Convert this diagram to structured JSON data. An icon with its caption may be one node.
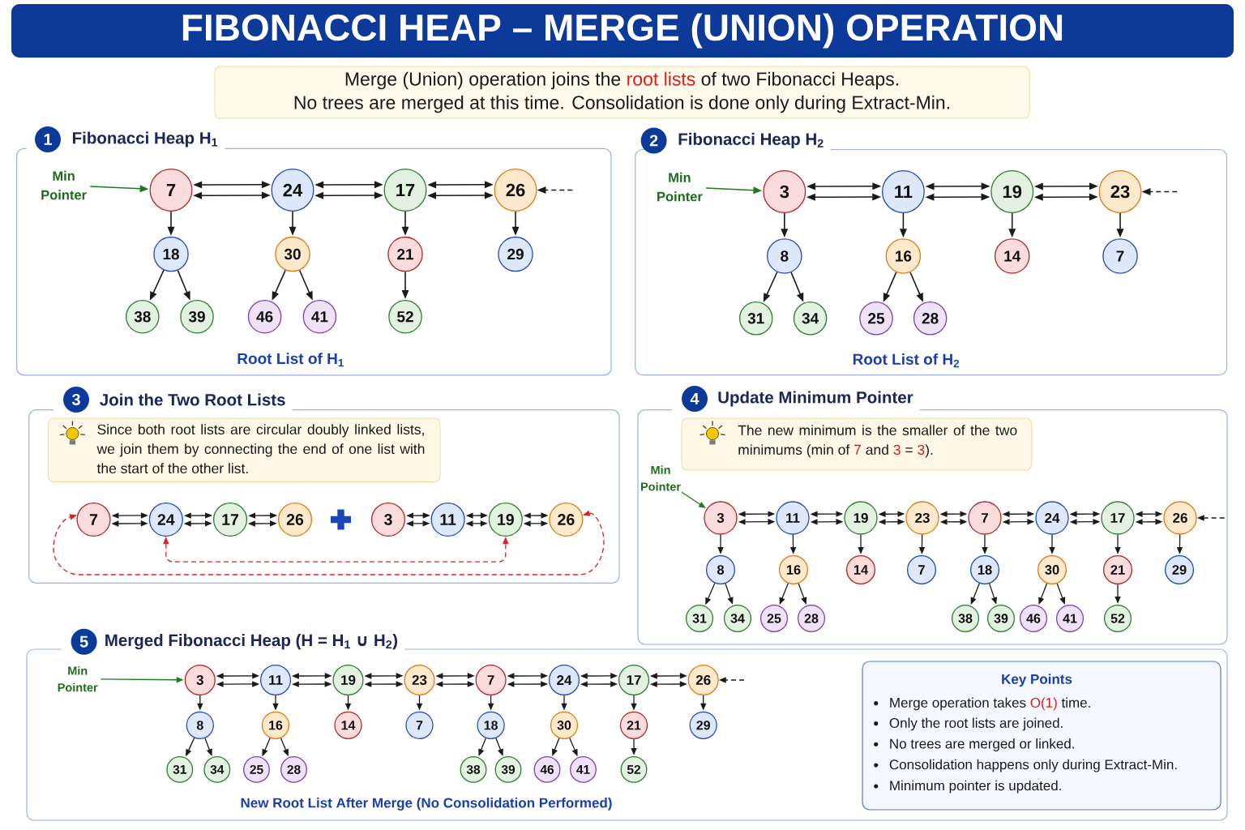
{
  "diagram": {
    "title": "FIBONACCI HEAP – MERGE (UNION) OPERATION",
    "nodes": [
      {
        "text": [
          "Merge (Union) operation joins the root lists of two Fibonacci Heaps.",
          "No trees are merged at this time. Consolidation is done only during Extract-Min."
        ]
      },
      {
        "text": [
          "1"
        ]
      },
      {
        "text": [
          "Fibonacci Heap H$_{1}$",
          "Root List of H$_{1}$"
        ]
      },
      {
        "text": [
          "Min Pointer"
        ],
        "in": 2
      },
      {
        "text": [
          "7"
        ],
        "in": 2
      },
      {
        "text": [
          "24"
        ],
        "in": 2
      },
      {
        "text": [
          "17"
        ],
        "in": 2
      },
      {
        "text": [
          "26"
        ],
        "in": 2
      },
      {
        "text": [
          "18"
        ],
        "in": 2
      },
      {
        "text": [
          "30"
        ],
        "in": 2
      },
      {
        "text": [
          "21"
        ],
        "in": 2
      },
      {
        "text": [
          "29"
        ],
        "in": 2
      },
      {
        "text": [
          "38"
        ],
        "in": 2
      },
      {
        "text": [
          "39"
        ],
        "in": 2
      },
      {
        "text": [
          "46"
        ],
        "in": 2
      },
      {
        "text": [
          "41"
        ],
        "in": 2
      },
      {
        "text": [
          "52"
        ],
        "in": 2
      },
      {
        "text": [
          "2"
        ]
      },
      {
        "text": [
          "Fibonacci Heap H$_{2}$",
          "Root List of H$_{2}$"
        ]
      },
      {
        "text": [
          "Min Pointer"
        ],
        "in": 18
      },
      {
        "text": [
          "3"
        ],
        "in": 18
      },
      {
        "text": [
          "11"
        ],
        "in": 18
      },
      {
        "text": [
          "19"
        ],
        "in": 18
      },
      {
        "text": [
          "23"
        ],
        "in": 18
      },
      {
        "text": [
          "8"
        ],
        "in": 18
      },
      {
        "text": [
          "16"
        ],
        "in": 18
      },
      {
        "text": [
          "14"
        ],
        "in": 18
      },
      {
        "text": [
          "7"
        ],
        "in": 18
      },
      {
        "text": [
          "31"
        ],
        "in": 18
      },
      {
        "text": [
          "34"
        ],
        "in": 18
      },
      {
        "text": [
          "25"
        ],
        "in": 18
      },
      {
        "text": [
          "28"
        ],
        "in": 18
      },
      {
        "text": [
          "3"
        ]
      },
      {
        "text": [
          "Join the Two Root Lists"
        ]
      },
      {
        "text": [
          "Since both root lists are circular doubly linked lists, we join them by connecting the end of one list with the start of the other list."
        ],
        "in": 33
      },
      {
        "text": [
          "7"
        ],
        "in": 33
      },
      {
        "text": [
          "24"
        ],
        "in": 33
      },
      {
        "text": [
          "17"
        ],
        "in": 33
      },
      {
        "text": [
          "26"
        ],
        "in": 33
      },
      {
        "text": [
          "3"
        ],
        "in": 33
      },
      {
        "text": [
          "11"
        ],
        "in": 33
      },
      {
        "text": [
          "19"
        ],
        "in": 33
      },
      {
        "text": [
          "26"
        ],
        "in": 33
      },
      {
        "text": [
          "4"
        ]
      },
      {
        "text": [
          "Update Minimum Pointer"
        ]
      },
      {
        "text": [
          "The new minimum is the smaller of the two minimums (min of 7 and 3 = 3)."
        ],
        "in": 44
      },
      {
        "text": [
          "Min Pointer"
        ],
        "in": 44
      },
      {
        "text": [
          "3"
        ],
        "in": 44
      },
      {
        "text": [
          "11"
        ],
        "in": 44
      },
      {
        "text": [
          "19"
        ],
        "in": 44
      },
      {
        "text": [
          "23"
        ],
        "in": 44
      },
      {
        "text": [
          "7"
        ],
        "in": 44
      },
      {
        "text": [
          "24"
        ],
        "in": 44
      },
      {
        "text": [
          "17"
        ],
        "in": 44
      },
      {
        "text": [
          "26"
        ],
        "in": 44
      },
      {
        "text": [
          "8"
        ],
        "in": 44
      },
      {
        "text": [
          "16"
        ],
        "in": 44
      },
      {
        "text": [
          "14"
        ],
        "in": 44
      },
      {
        "text": [
          "7"
        ],
        "in": 44
      },
      {
        "text": [
          "18"
        ],
        "in": 44
      },
      {
        "text": [
          "30"
        ],
        "in": 44
      },
      {
        "text": [
          "21"
        ],
        "in": 44
      },
      {
        "text": [
          "29"
        ],
        "in": 44
      },
      {
        "text": [
          "31"
        ],
        "in": 44
      },
      {
        "text": [
          "34"
        ],
        "in": 44
      },
      {
        "text": [
          "25"
        ],
        "in": 44
      },
      {
        "text": [
          "28"
        ],
        "in": 44
      },
      {
        "text": [
          "38"
        ],
        "in": 44
      },
      {
        "text": [
          "39"
        ],
        "in": 44
      },
      {
        "text": [
          "46"
        ],
        "in": 44
      },
      {
        "text": [
          "41"
        ],
        "in": 44
      },
      {
        "text": [
          "52"
        ],
        "in": 44
      },
      {
        "text": [
          "5"
        ]
      },
      {
        "text": [
          "Merged Fibonacci Heap (H = H$_{1}$ ∪ H$_{2}$)",
          "New Root List After Merge (No Consolidation Performed)"
        ]
      },
      {
        "text": [
          "Min Pointer"
        ],
        "in": 73
      },
      {
        "text": [
          "3"
        ],
        "in": 73
      },
      {
        "text": [
          "11"
        ],
        "in": 73
      },
      {
        "text": [
          "19"
        ],
        "in": 73
      },
      {
        "text": [
          "23"
        ],
        "in": 73
      },
      {
        "text": [
          "7"
        ],
        "in": 73
      },
      {
        "text": [
          "24"
        ],
        "in": 73
      },
      {
        "text": [
          "17"
        ],
        "in": 73
      },
      {
        "text": [
          "26"
        ],
        "in": 73
      },
      {
        "text": [
          "8"
        ],
        "in": 73
      },
      {
        "text": [
          "16"
        ],
        "in": 73
      },
      {
        "text": [
          "14"
        ],
        "in": 73
      },
      {
        "text": [
          "7"
        ],
        "in": 73
      },
      {
        "text": [
          "18"
        ],
        "in": 73
      },
      {
        "text": [
          "30"
        ],
        "in": 73
      },
      {
        "text": [
          "21"
        ],
        "in": 73
      },
      {
        "text": [
          "29"
        ],
        "in": 73
      },
      {
        "text": [
          "31"
        ],
        "in": 73
      },
      {
        "text": [
          "34"
        ],
        "in": 73
      },
      {
        "text": [
          "25"
        ],
        "in": 73
      },
      {
        "text": [
          "28"
        ],
        "in": 73
      },
      {
        "text": [
          "38"
        ],
        "in": 73
      },
      {
        "text": [
          "39"
        ],
        "in": 73
      },
      {
        "text": [
          "46"
        ],
        "in": 73
      },
      {
        "text": [
          "41"
        ],
        "in": 73
      },
      {
        "text": [
          "52"
        ],
        "in": 73
      },
      {
        "text": [
          "Key Points",
          "Merge operation takes O(1) time.",
          "Only the root lists are joined.",
          "No trees are merged or linked.",
          "Consolidation happens only during Extract-Min.",
          "Minimum pointer is updated."
        ],
        "in": 73
      }
    ],
    "edges": [
      {
        "from": 3,
        "to": 4,
        "arrow": "to",
        "color": "#1f7a1f"
      },
      {
        "from": 4,
        "to": 5,
        "arrow": "both"
      },
      {
        "from": 4,
        "to": 5,
        "arrow": "both"
      },
      {
        "from": 5,
        "to": 6,
        "arrow": "both"
      },
      {
        "from": 5,
        "to": 6,
        "arrow": "both"
      },
      {
        "from": 6,
        "to": 7,
        "arrow": "both"
      },
      {
        "from": 6,
        "to": 7,
        "arrow": "both"
      },
      {
        "from": null,
        "to": 7,
        "arrow": "to",
        "style": "dashed"
      },
      {
        "from": 4,
        "to": 8,
        "arrow": "to"
      },
      {
        "from": 5,
        "to": 9,
        "arrow": "to"
      },
      {
        "from": 6,
        "to": 10,
        "arrow": "to"
      },
      {
        "from": 7,
        "to": 11,
        "arrow": "to"
      },
      {
        "from": 8,
        "to": 12,
        "arrow": "to"
      },
      {
        "from": 8,
        "to": 13,
        "arrow": "to"
      },
      {
        "from": 9,
        "to": 14,
        "arrow": "to"
      },
      {
        "from": 9,
        "to": 15,
        "arrow": "to"
      },
      {
        "from": 10,
        "to": 16,
        "arrow": "to"
      },
      {
        "from": 19,
        "to": 20,
        "arrow": "to",
        "color": "#1f7a1f"
      },
      {
        "from": 20,
        "to": 21,
        "arrow": "both"
      },
      {
        "from": 20,
        "to": 21,
        "arrow": "both"
      },
      {
        "from": 21,
        "to": 22,
        "arrow": "both"
      },
      {
        "from": 21,
        "to": 22,
        "arrow": "both"
      },
      {
        "from": 22,
        "to": 23,
        "arrow": "both"
      },
      {
        "from": 22,
        "to": 23,
        "arrow": "both"
      },
      {
        "from": null,
        "to": 23,
        "arrow": "to",
        "style": "dashed"
      },
      {
        "from": 20,
        "to": 24,
        "arrow": "to"
      },
      {
        "from": 21,
        "to": 25,
        "arrow": "to"
      },
      {
        "from": 22,
        "to": 26,
        "arrow": "to"
      },
      {
        "from": 23,
        "to": 27,
        "arrow": "to"
      },
      {
        "from": 24,
        "to": 28,
        "arrow": "to"
      },
      {
        "from": 24,
        "to": 29,
        "arrow": "to"
      },
      {
        "from": 25,
        "to": 30,
        "arrow": "to"
      },
      {
        "from": 25,
        "to": 31,
        "arrow": "to"
      },
      {
        "from": 35,
        "to": 36,
        "arrow": "both"
      },
      {
        "from": 35,
        "to": 36,
        "arrow": "both"
      },
      {
        "from": 36,
        "to": 37,
        "arrow": "both"
      },
      {
        "from": 36,
        "to": 37,
        "arrow": "both"
      },
      {
        "from": 37,
        "to": 38,
        "arrow": "both"
      },
      {
        "from": 37,
        "to": 38,
        "arrow": "both"
      },
      {
        "from": 39,
        "to": 40,
        "arrow": "both"
      },
      {
        "from": 39,
        "to": 40,
        "arrow": "both"
      },
      {
        "from": 40,
        "to": 41,
        "arrow": "both"
      },
      {
        "from": 40,
        "to": 41,
        "arrow": "both"
      },
      {
        "from": 41,
        "to": 42,
        "arrow": "both"
      },
      {
        "from": 41,
        "to": 42,
        "arrow": "both"
      },
      {
        "from": 42,
        "to": 35,
        "arrow": "both",
        "style": "dashed",
        "color": "#e02020"
      },
      {
        "from": 36,
        "to": 41,
        "arrow": "both",
        "style": "dashed",
        "color": "#e02020"
      },
      {
        "from": 46,
        "to": 47,
        "arrow": "to",
        "color": "#1f7a1f"
      },
      {
        "from": 47,
        "to": 48,
        "arrow": "both"
      },
      {
        "from": 47,
        "to": 48,
        "arrow": "both"
      },
      {
        "from": 48,
        "to": 49,
        "arrow": "both"
      },
      {
        "from": 48,
        "to": 49,
        "arrow": "both"
      },
      {
        "from": 49,
        "to": 50,
        "arrow": "both"
      },
      {
        "from": 49,
        "to": 50,
        "arrow": "both"
      },
      {
        "from": 50,
        "to": 51,
        "arrow": "both"
      },
      {
        "from": 50,
        "to": 51,
        "arrow": "both"
      },
      {
        "from": 51,
        "to": 52,
        "arrow": "both"
      },
      {
        "from": 51,
        "to": 52,
        "arrow": "both"
      },
      {
        "from": 52,
        "to": 53,
        "arrow": "both"
      },
      {
        "from": 52,
        "to": 53,
        "arrow": "both"
      },
      {
        "from": 53,
        "to": 54,
        "arrow": "both"
      },
      {
        "from": 53,
        "to": 54,
        "arrow": "both"
      },
      {
        "from": null,
        "to": 54,
        "arrow": "to",
        "style": "dashed"
      },
      {
        "from": 47,
        "to": 55,
        "arrow": "to"
      },
      {
        "from": 48,
        "to": 56,
        "arrow": "to"
      },
      {
        "from": 49,
        "to": 57,
        "arrow": "to"
      },
      {
        "from": 50,
        "to": 58,
        "arrow": "to"
      },
      {
        "from": 51,
        "to": 59,
        "arrow": "to"
      },
      {
        "from": 52,
        "to": 60,
        "arrow": "to"
      },
      {
        "from": 53,
        "to": 61,
        "arrow": "to"
      },
      {
        "from": 54,
        "to": 62,
        "arrow": "to"
      },
      {
        "from": 55,
        "to": 63,
        "arrow": "to"
      },
      {
        "from": 55,
        "to": 64,
        "arrow": "to"
      },
      {
        "from": 56,
        "to": 65,
        "arrow": "to"
      },
      {
        "from": 56,
        "to": 66,
        "arrow": "to"
      },
      {
        "from": 59,
        "to": 67,
        "arrow": "to"
      },
      {
        "from": 59,
        "to": 68,
        "arrow": "to"
      },
      {
        "from": 60,
        "to": 69,
        "arrow": "to"
      },
      {
        "from": 60,
        "to": 70,
        "arrow": "to"
      },
      {
        "from": 61,
        "to": 71,
        "arrow": "to"
      },
      {
        "from": 74,
        "to": 75,
        "arrow": "to",
        "color": "#1f7a1f"
      },
      {
        "from": 75,
        "to": 76,
        "arrow": "both"
      },
      {
        "from": 75,
        "to": 76,
        "arrow": "both"
      },
      {
        "from": 76,
        "to": 77,
        "arrow": "both"
      },
      {
        "from": 76,
        "to": 77,
        "arrow": "both"
      },
      {
        "from": 77,
        "to": 78,
        "arrow": "both"
      },
      {
        "from": 77,
        "to": 78,
        "arrow": "both"
      },
      {
        "from": 78,
        "to": 79,
        "arrow": "both"
      },
      {
        "from": 78,
        "to": 79,
        "arrow": "both"
      },
      {
        "from": 79,
        "to": 80,
        "arrow": "both"
      },
      {
        "from": 79,
        "to": 80,
        "arrow": "both"
      },
      {
        "from": 80,
        "to": 81,
        "arrow": "both"
      },
      {
        "from": 80,
        "to": 81,
        "arrow": "both"
      },
      {
        "from": 81,
        "to": 82,
        "arrow": "both"
      },
      {
        "from": 81,
        "to": 82,
        "arrow": "both"
      },
      {
        "from": null,
        "to": 82,
        "arrow": "to",
        "style": "dashed"
      },
      {
        "from": 75,
        "to": 83,
        "arrow": "to"
      },
      {
        "from": 76,
        "to": 84,
        "arrow": "to"
      },
      {
        "from": 77,
        "to": 85,
        "arrow": "to"
      },
      {
        "from": 78,
        "to": 86,
        "arrow": "to"
      },
      {
        "from": 79,
        "to": 87,
        "arrow": "to"
      },
      {
        "from": 80,
        "to": 88,
        "arrow": "to"
      },
      {
        "from": 81,
        "to": 89,
        "arrow": "to"
      },
      {
        "from": 82,
        "to": 90,
        "arrow": "to"
      },
      {
        "from": 83,
        "to": 91,
        "arrow": "to"
      },
      {
        "from": 83,
        "to": 92,
        "arrow": "to"
      },
      {
        "from": 84,
        "to": 93,
        "arrow": "to"
      },
      {
        "from": 84,
        "to": 94,
        "arrow": "to"
      },
      {
        "from": 87,
        "to": 95,
        "arrow": "to"
      },
      {
        "from": 87,
        "to": 96,
        "arrow": "to"
      },
      {
        "from": 88,
        "to": 97,
        "arrow": "to"
      },
      {
        "from": 88,
        "to": 98,
        "arrow": "to"
      },
      {
        "from": 89,
        "to": 99,
        "arrow": "to"
      }
    ]
  }
}
